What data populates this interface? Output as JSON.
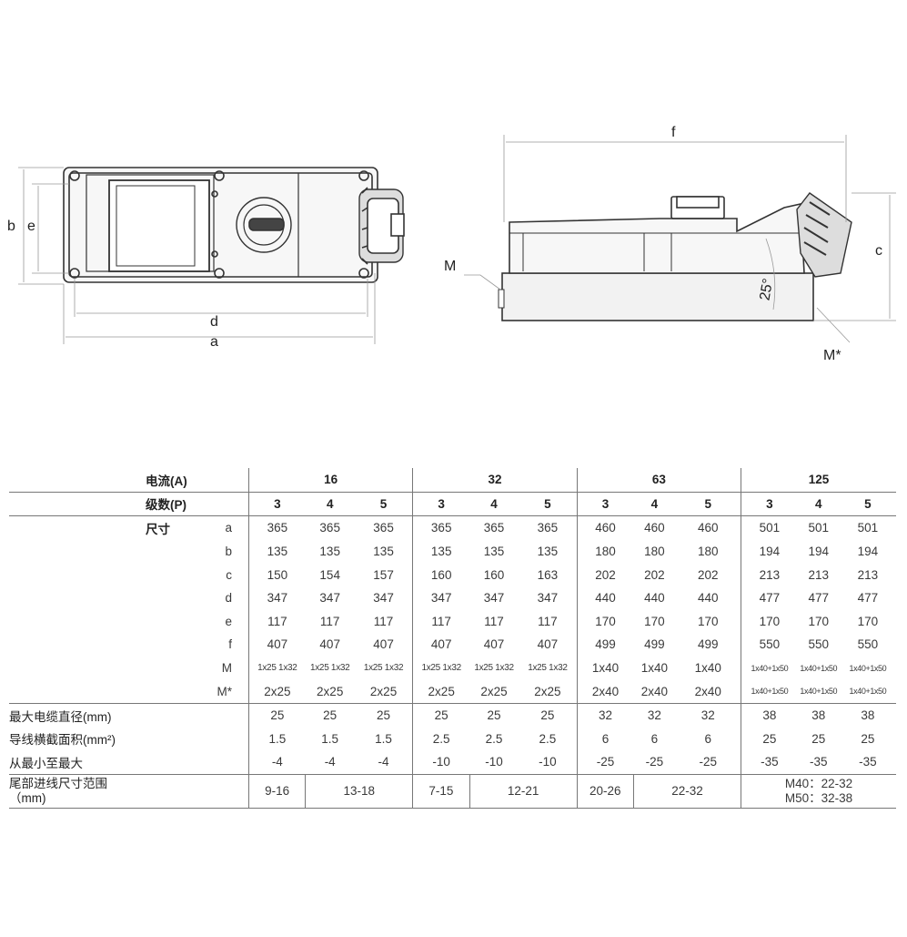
{
  "drawing": {
    "top_labels": {
      "a": "a",
      "b": "b",
      "d": "d",
      "e": "e"
    },
    "side_labels": {
      "f": "f",
      "c": "c",
      "M": "M",
      "M_star": "M*",
      "angle": "25°"
    }
  },
  "table": {
    "row_current_label": "电流(A)",
    "row_poles_label": "级数(P)",
    "currents": [
      "16",
      "32",
      "63",
      "125"
    ],
    "poles": [
      "3",
      "4",
      "5",
      "3",
      "4",
      "5",
      "3",
      "4",
      "5",
      "3",
      "4",
      "5"
    ],
    "size_label": "尺寸",
    "dimensions": [
      {
        "key": "a",
        "values": [
          "365",
          "365",
          "365",
          "365",
          "365",
          "365",
          "460",
          "460",
          "460",
          "501",
          "501",
          "501"
        ]
      },
      {
        "key": "b",
        "values": [
          "135",
          "135",
          "135",
          "135",
          "135",
          "135",
          "180",
          "180",
          "180",
          "194",
          "194",
          "194"
        ]
      },
      {
        "key": "c",
        "values": [
          "150",
          "154",
          "157",
          "160",
          "160",
          "163",
          "202",
          "202",
          "202",
          "213",
          "213",
          "213"
        ]
      },
      {
        "key": "d",
        "values": [
          "347",
          "347",
          "347",
          "347",
          "347",
          "347",
          "440",
          "440",
          "440",
          "477",
          "477",
          "477"
        ]
      },
      {
        "key": "e",
        "values": [
          "117",
          "117",
          "117",
          "117",
          "117",
          "117",
          "170",
          "170",
          "170",
          "170",
          "170",
          "170"
        ]
      },
      {
        "key": "f",
        "values": [
          "407",
          "407",
          "407",
          "407",
          "407",
          "407",
          "499",
          "499",
          "499",
          "550",
          "550",
          "550"
        ]
      },
      {
        "key": "M",
        "values": [
          "1x25 1x32",
          "1x25 1x32",
          "1x25 1x32",
          "1x25 1x32",
          "1x25 1x32",
          "1x25 1x32",
          "1x40",
          "1x40",
          "1x40",
          "1x40+1x50",
          "1x40+1x50",
          "1x40+1x50"
        ]
      },
      {
        "key": "M*",
        "values": [
          "2x25",
          "2x25",
          "2x25",
          "2x25",
          "2x25",
          "2x25",
          "2x40",
          "2x40",
          "2x40",
          "1x40+1x50",
          "1x40+1x50",
          "1x40+1x50"
        ]
      }
    ],
    "max_cable": {
      "label": "最大电缆直径(mm)",
      "values": [
        "25",
        "25",
        "25",
        "25",
        "25",
        "25",
        "32",
        "32",
        "32",
        "38",
        "38",
        "38"
      ]
    },
    "cross_section": {
      "label": "导线横截面积(mm²)",
      "values": [
        "1.5",
        "1.5",
        "1.5",
        "2.5",
        "2.5",
        "2.5",
        "6",
        "6",
        "6",
        "25",
        "25",
        "25"
      ]
    },
    "min_to_max": {
      "label": "从最小至最大",
      "values": [
        "-4",
        "-4",
        "-4",
        "-10",
        "-10",
        "-10",
        "-25",
        "-25",
        "-25",
        "-35",
        "-35",
        "-35"
      ]
    },
    "tail": {
      "label_line1": "尾部进线尺寸范围",
      "label_line2": "（mm)",
      "v16a": "9-16",
      "v16b": "13-18",
      "v32a": "7-15",
      "v32b": "12-21",
      "v63a": "20-26",
      "v63b": "22-32",
      "v125a": "M40：22-32",
      "v125b": "M50：32-38"
    }
  }
}
